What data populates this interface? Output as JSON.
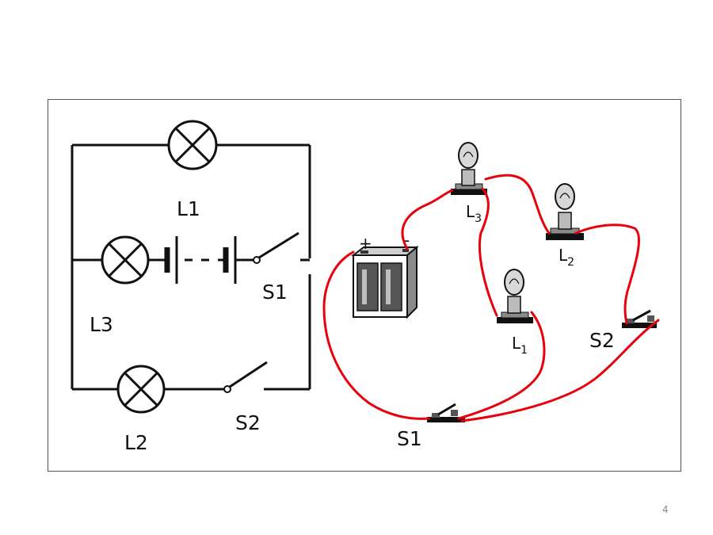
{
  "schematic": {
    "lamp_l1": "L1",
    "lamp_l2": "L2",
    "lamp_l3": "L3",
    "switch_s1": "S1",
    "switch_s2": "S2"
  },
  "pictorial": {
    "lamp_l1_letter": "L",
    "lamp_l1_sub": "1",
    "lamp_l2_letter": "L",
    "lamp_l2_sub": "2",
    "lamp_l3_letter": "L",
    "lamp_l3_sub": "3",
    "switch_s1": "S1",
    "switch_s2": "S2",
    "battery_plus": "+",
    "battery_minus": "-"
  },
  "colors": {
    "wire": "#e8000b",
    "line": "#111111"
  },
  "page_number": "4"
}
